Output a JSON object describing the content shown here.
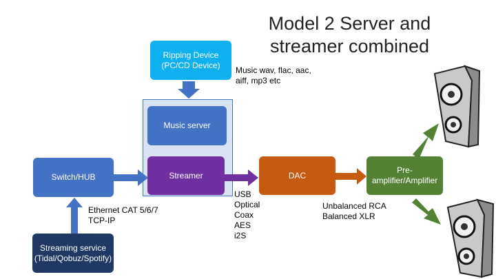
{
  "title": "Model 2 Server and streamer combined",
  "nodes": {
    "ripping_device": "Ripping Device (PC/CD Device)",
    "music_server": "Music server",
    "streamer": "Streamer",
    "switch_hub": "Switch/HUB",
    "streaming_service": "Streaming service (Tidal/Qobuz/Spotify)",
    "dac": "DAC",
    "preamp": "Pre-amplifier/Amplifier"
  },
  "labels": {
    "formats": [
      "Music wav, flac, aac,",
      "aiff, mp3 etc"
    ],
    "ethernet": [
      "Ethernet CAT 5/6/7",
      "TCP-IP"
    ],
    "digital_outputs": [
      "USB",
      "Optical",
      "Coax",
      "AES",
      "i2S"
    ],
    "analog_outputs": [
      "Unbalanced RCA",
      "Balanced XLR"
    ]
  },
  "colors": {
    "blue_box": "#4472c4",
    "cyan_box": "#0fb0f0",
    "purple_box": "#7030a0",
    "orange_box": "#c55a11",
    "green_box": "#548235",
    "navy_box": "#203864",
    "group_fill": "#dae3f3",
    "arrow_blue": "#4472c4",
    "arrow_purple": "#7030a0",
    "arrow_orange": "#c55a11",
    "arrow_green": "#548235"
  }
}
